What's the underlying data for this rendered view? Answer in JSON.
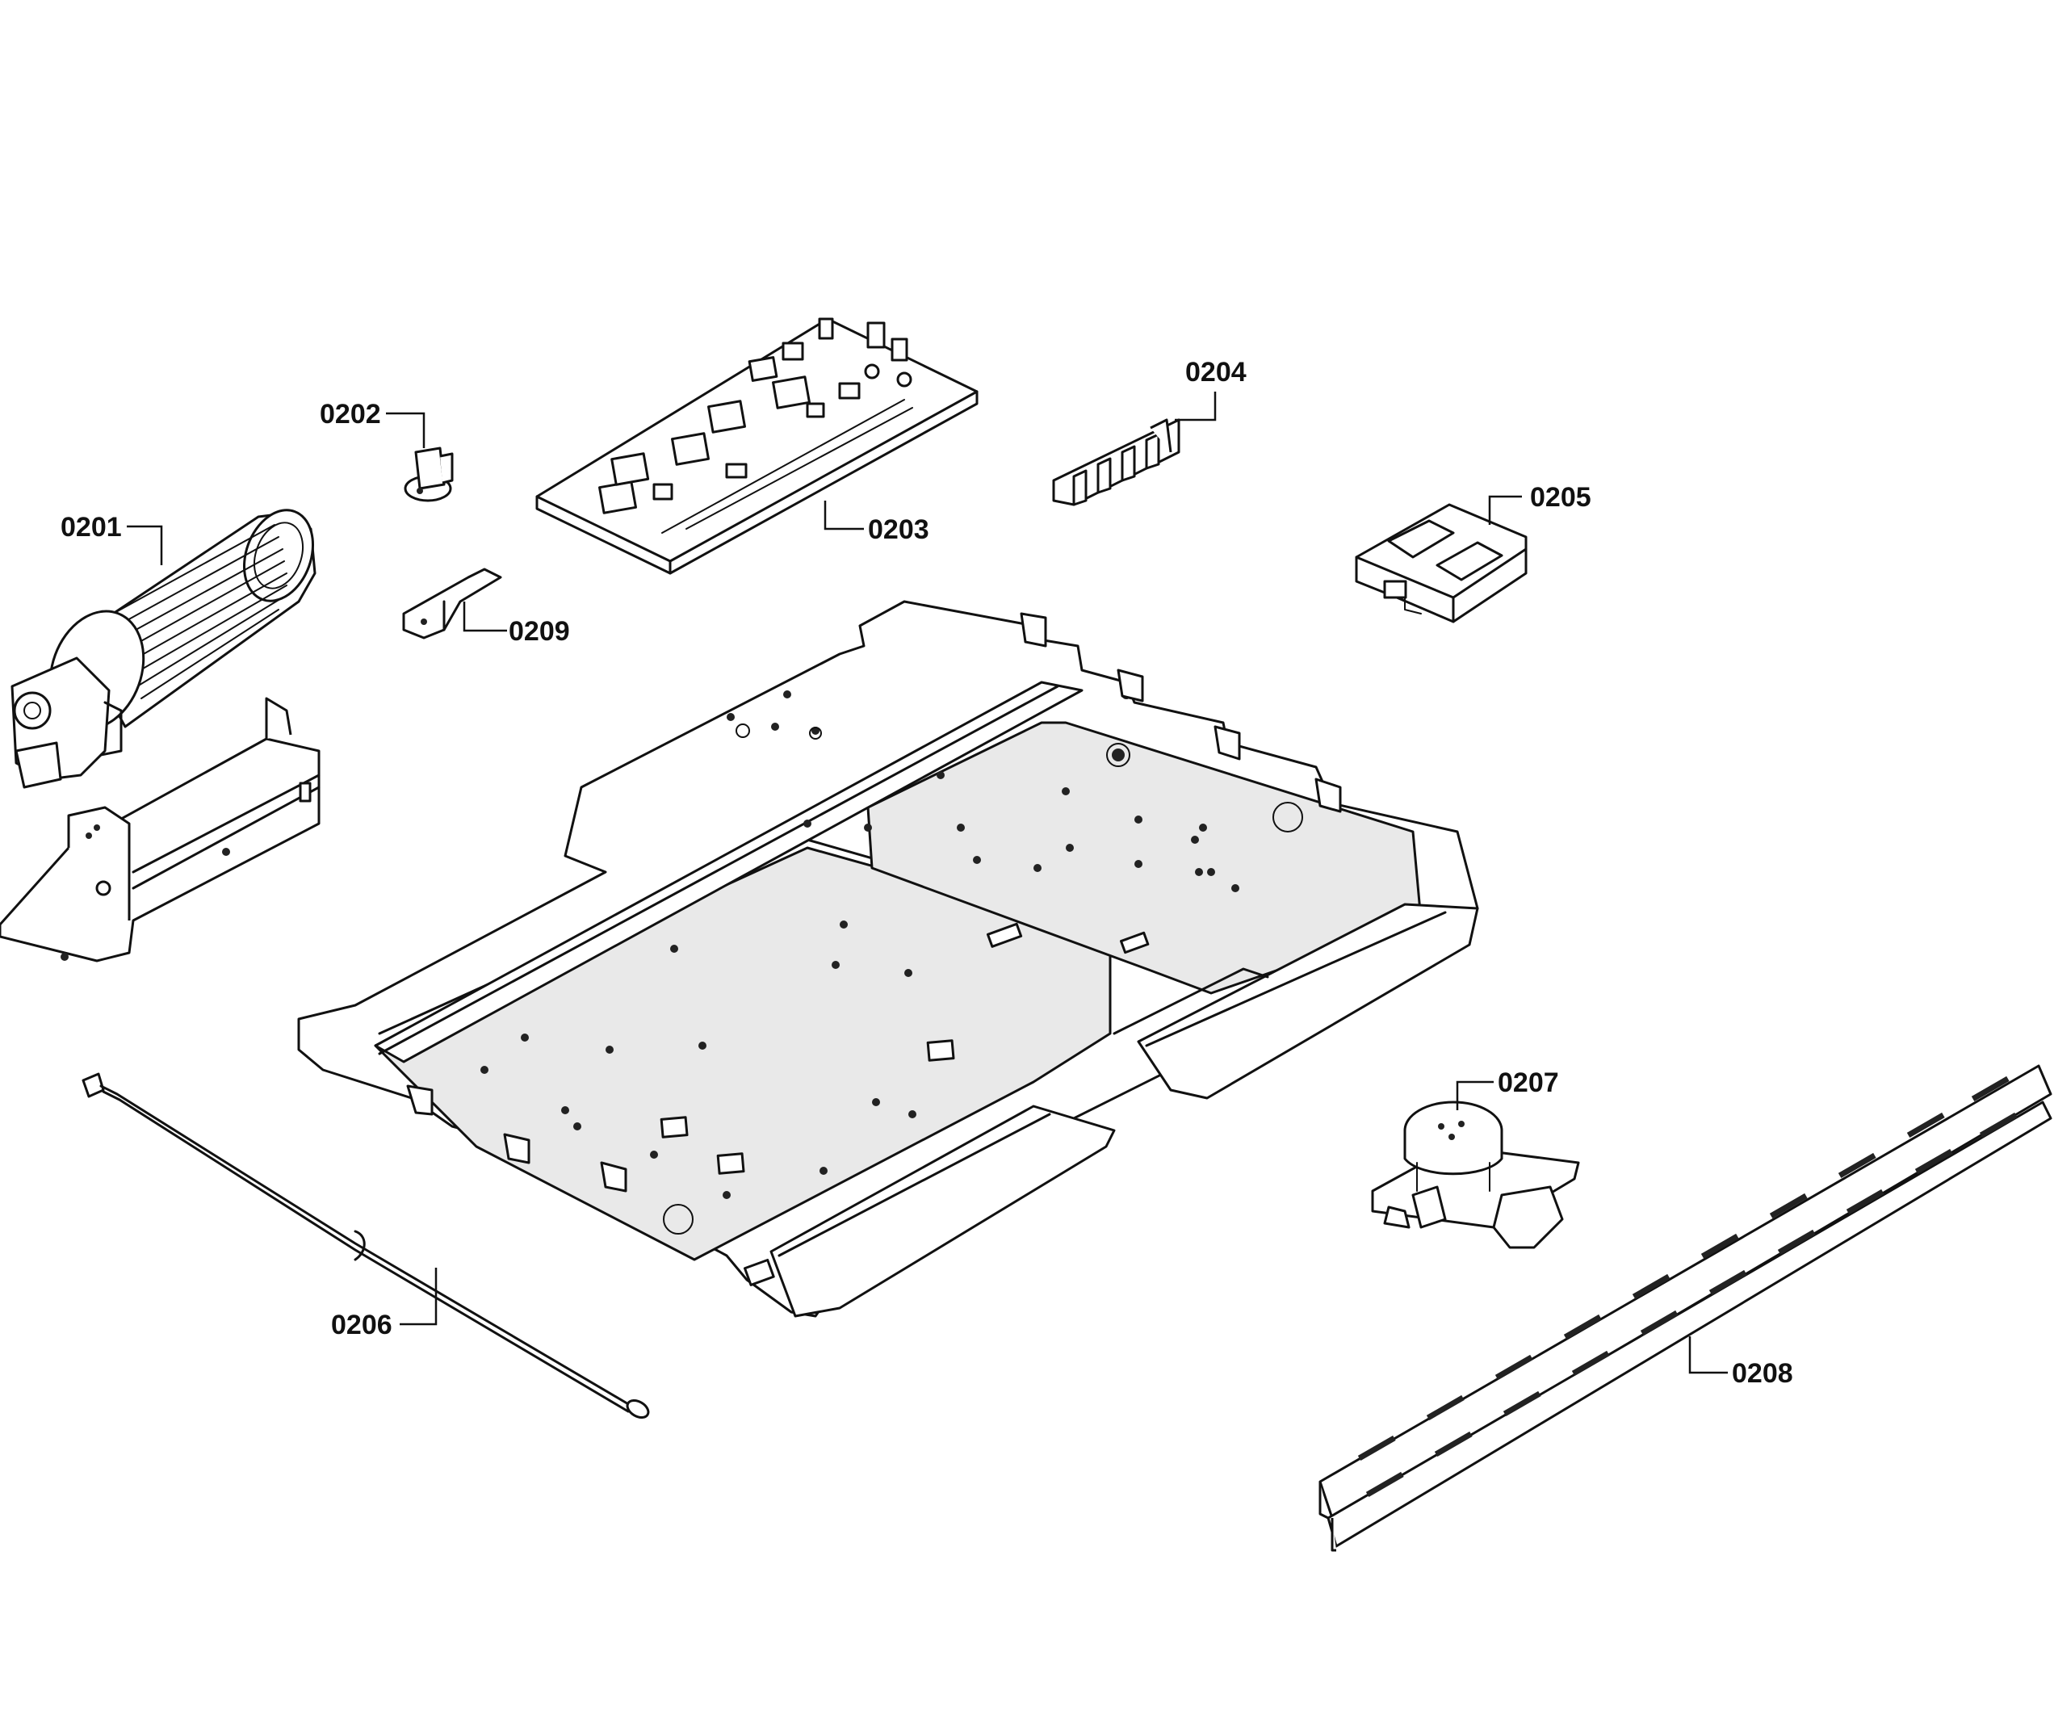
{
  "callouts": {
    "p0201": "0201",
    "p0202": "0202",
    "p0203": "0203",
    "p0204": "0204",
    "p0205": "0205",
    "p0206": "0206",
    "p0207": "0207",
    "p0208": "0208",
    "p0209": "0209"
  },
  "components": [
    {
      "id": "0201",
      "name": "blower-fan-assembly"
    },
    {
      "id": "0202",
      "name": "thermostat"
    },
    {
      "id": "0203",
      "name": "control-board"
    },
    {
      "id": "0204",
      "name": "connector-strip"
    },
    {
      "id": "0205",
      "name": "terminal-block"
    },
    {
      "id": "0206",
      "name": "wire-harness"
    },
    {
      "id": "0207",
      "name": "door-lock-motor"
    },
    {
      "id": "0208",
      "name": "trim-rail"
    },
    {
      "id": "0209",
      "name": "mounting-bracket"
    }
  ]
}
